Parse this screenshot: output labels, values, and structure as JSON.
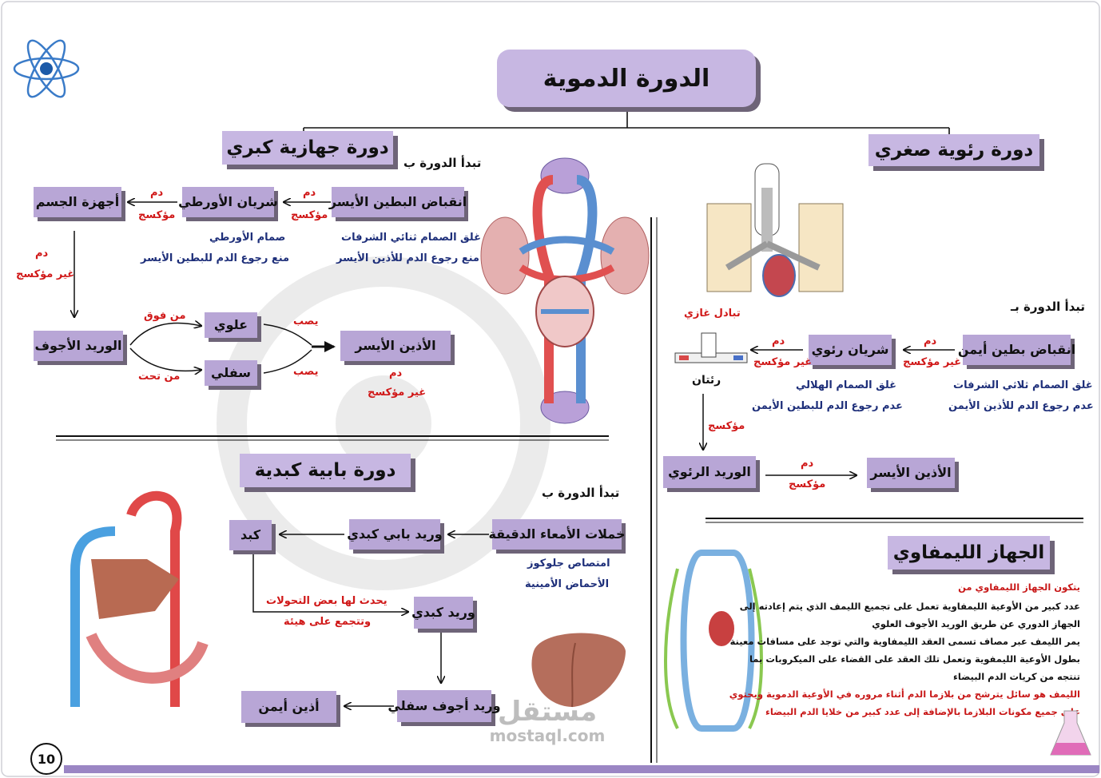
{
  "title": "الدورة الدموية",
  "page_number": "10",
  "watermark": {
    "line1": "مستقل",
    "line2": "mostaql.com"
  },
  "systemic": {
    "header": "دورة جهازية كبري",
    "starts_with": "تبدأ الدورة ب",
    "box_lv": "انقباض البطين الأيسر",
    "box_aorta": "شريان الأورطي",
    "box_body": "أجهزة الجسم",
    "box_vena": "الوريد الأجوف",
    "box_upper": "علوي",
    "box_lower": "سفلي",
    "box_la": "الأذين الأيسر",
    "blood": "دم",
    "oxy": "مؤكسج",
    "deoxy": "غير مؤكسج",
    "from_above": "من فوق",
    "from_below": "من تحت",
    "pours": "يصب",
    "note_valve": "غلق الصمام ثنائي الشرفات",
    "note_prevent": "منع رجوع الدم للأذين الأيسر",
    "note_aortic": "صمام الأورطي",
    "note_aortic2": "منع رجوع الدم للبطين الأيسر"
  },
  "pulmonary": {
    "header": "دورة رئوية صغري",
    "starts_with": "تبدأ الدورة بـ",
    "box_rv": "انقباض بطين أيمن",
    "box_artery": "شريان رئوي",
    "lungs": "رئتان",
    "gas": "تبادل غازي",
    "box_vein": "الوريد الرئوي",
    "box_la": "الأذين الأيسر",
    "blood": "دم",
    "deoxy": "غير مؤكسج",
    "oxy": "مؤكسج",
    "note_tri": "غلق الصمام ثلاثي الشرفات",
    "note_tri2": "عدم رجوع الدم للأذين الأيمن",
    "note_semi": "غلق الصمام الهلالي",
    "note_semi2": "عدم رجوع الدم للبطين الأيمن"
  },
  "portal": {
    "header": "دورة بابية كبدية",
    "starts_with": "تبدأ الدورة ب",
    "box_villi": "خملات الأمعاء الدقيقة",
    "box_portal": "وريد بابي كبدي",
    "box_liver": "كبد",
    "box_hepatic": "وريد كبدي",
    "box_ivc": "وريد أجوف سفلي",
    "box_ra": "أذين أيمن",
    "absorb1": "امتصاص جلوكوز",
    "absorb2": "الأحماض الأمينية",
    "change1": "يحدث لها بعض التحولات",
    "change2": "وتتجمع على هيئة"
  },
  "lymph": {
    "header": "الجهاز الليمفاوي",
    "intro": "يتكون الجهاز الليمفاوي من",
    "p1": "عدد كبير من الأوعية الليمفاوية تعمل على تجميع الليمف الذي يتم إعادته إلى",
    "p2": "الجهاز الدوري عن طريق الوريد الأجوف العلوي",
    "p3": "يمر الليمف عبر مصاف تسمى العقد الليمفاوية والتي توجد على مسافات معينة",
    "p4": "بطول الأوعية الليمفوية وتعمل تلك العقد على القضاء على الميكروبات بما",
    "p5": "تنتجه من كريات الدم البيضاء",
    "p6": "الليمف هو سائل يترشح من بلازما الدم أثناء مروره في الأوعية الدموية ويحتوي",
    "p7": "على جميع مكونات البلازما بالإضافة إلى عدد كبير من خلايا الدم البيضاء"
  },
  "colors": {
    "box": "#b8a6d6",
    "header": "#c7b7e2",
    "shadow": "#6e6478",
    "red": "#d01818",
    "blue": "#1e2f7a"
  }
}
